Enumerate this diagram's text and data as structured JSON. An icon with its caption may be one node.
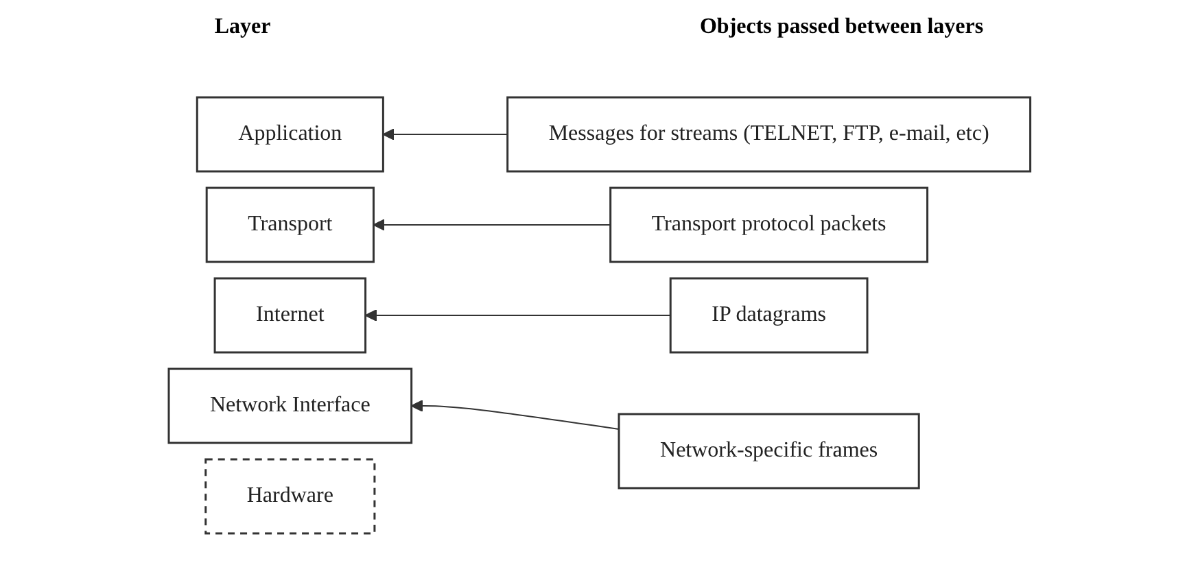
{
  "diagram": {
    "nodes": [
      {
        "text": [
          "Application"
        ]
      },
      {
        "text": [
          "Transport"
        ]
      },
      {
        "text": [
          "Internet"
        ]
      },
      {
        "text": [
          "Network Interface"
        ]
      },
      {
        "text": [
          "Hardware"
        ]
      },
      {
        "text": [
          "Messages for streams (TELNET, FTP, e-mail, etc)"
        ]
      },
      {
        "text": [
          "Transport protocol packets"
        ]
      },
      {
        "text": [
          "IP datagrams"
        ]
      },
      {
        "text": [
          "Network-specific frames"
        ]
      }
    ],
    "edges": [
      {
        "from": 5,
        "to": 0,
        "arrow": "to"
      },
      {
        "from": 6,
        "to": 1,
        "arrow": "to"
      },
      {
        "from": 7,
        "to": 2,
        "arrow": "to"
      },
      {
        "from": 8,
        "to": 3,
        "arrow": "to"
      }
    ],
    "labels": [
      "Layer",
      "Objects passed between layers"
    ]
  }
}
